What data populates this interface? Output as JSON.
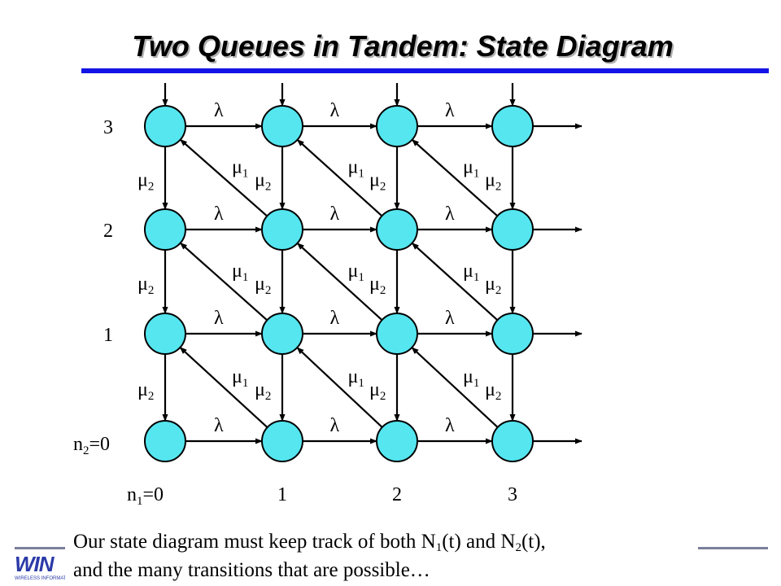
{
  "title": "Two Queues in Tandem: State Diagram",
  "colors": {
    "node_fill": "#55e6f0",
    "title_rule": "#1414e6",
    "logo": "#2b3aa8"
  },
  "diagram": {
    "n1_axis_label": "n",
    "n1_axis_sub": "1",
    "n1_axis_eq": "=0",
    "n2_axis_label": "n",
    "n2_axis_sub": "2",
    "n2_axis_eq": "=0",
    "n1_ticks": [
      "1",
      "2",
      "3"
    ],
    "n2_ticks": [
      "1",
      "2",
      "3"
    ],
    "arrival_rate": "λ",
    "service_rate_1": "μ",
    "service_rate_1_sub": "1",
    "service_rate_2": "μ",
    "service_rate_2_sub": "2",
    "grid_size": 4
  },
  "caption": {
    "line1_a": "Our state diagram must keep track of both N",
    "line1_sub1": "1",
    "line1_b": "(t) and N",
    "line1_sub2": "2",
    "line1_c": "(t),",
    "line2": "and the many transitions that are possible…"
  },
  "logo": {
    "text": "WIN",
    "subtext": "WIRELESS INFORMATION NETWORK"
  }
}
